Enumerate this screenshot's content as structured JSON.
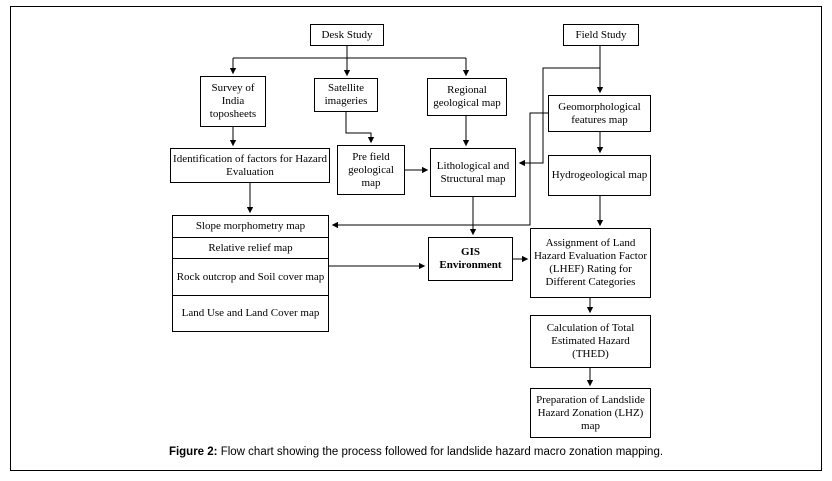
{
  "figure": {
    "caption_label": "Figure 2:",
    "caption_text": " Flow chart showing the process followed for landslide hazard macro zonation mapping."
  },
  "colors": {
    "box_border": "#000000",
    "background": "#ffffff",
    "text": "#000000"
  },
  "nodes": {
    "desk_study": "Desk Study",
    "field_study": "Field Study",
    "survey_toposheets": "Survey of India toposheets",
    "satellite_imageries": "Satellite imageries",
    "regional_geological_map": "Regional geological map",
    "geomorphological_features_map": "Geomorphological features map",
    "identification_factors": "Identification of factors for Hazard Evaluation",
    "pre_field_geological_map": "Pre field geological map",
    "lithological_structural_map": "Lithological and Structural map",
    "hydrogeological_map": "Hydrogeological map",
    "slope_morphometry_map": "Slope morphometry map",
    "relative_relief_map": "Relative relief map",
    "rock_outcrop_soil_cover_map": "Rock outcrop and Soil cover map",
    "land_use_land_cover_map": "Land Use and Land Cover map",
    "gis_environment": "GIS Environment",
    "assignment_lhef": "Assignment of Land Hazard Evaluation Factor (LHEF) Rating for Different Categories",
    "calculation_thed": "Calculation of Total Estimated Hazard (THED)",
    "preparation_lhz": "Preparation of Landslide Hazard Zonation (LHZ) map"
  },
  "edges": [
    {
      "from": "desk_study",
      "to": "survey_toposheets"
    },
    {
      "from": "desk_study",
      "to": "satellite_imageries"
    },
    {
      "from": "desk_study",
      "to": "regional_geological_map"
    },
    {
      "from": "survey_toposheets",
      "to": "identification_factors"
    },
    {
      "from": "satellite_imageries",
      "to": "pre_field_geological_map"
    },
    {
      "from": "regional_geological_map",
      "to": "lithological_structural_map"
    },
    {
      "from": "pre_field_geological_map",
      "to": "lithological_structural_map"
    },
    {
      "from": "identification_factors",
      "to": "slope_morphometry_map"
    },
    {
      "from": "field_study",
      "to": "geomorphological_features_map"
    },
    {
      "from": "field_study",
      "to": "lithological_structural_map"
    },
    {
      "from": "geomorphological_features_map",
      "to": "hydrogeological_map"
    },
    {
      "from": "geomorphological_features_map",
      "to": "slope_morphometry_map"
    },
    {
      "from": "lithological_structural_map",
      "to": "gis_environment"
    },
    {
      "from": "map_stack",
      "to": "gis_environment"
    },
    {
      "from": "gis_environment",
      "to": "assignment_lhef"
    },
    {
      "from": "hydrogeological_map",
      "to": "assignment_lhef"
    },
    {
      "from": "assignment_lhef",
      "to": "calculation_thed"
    },
    {
      "from": "calculation_thed",
      "to": "preparation_lhz"
    }
  ]
}
